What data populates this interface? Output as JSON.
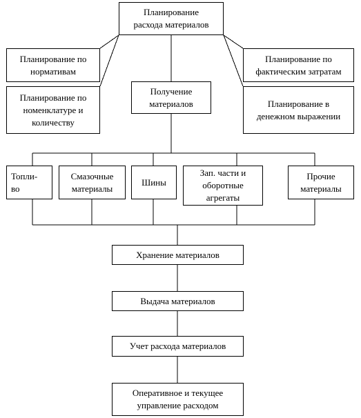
{
  "diagram": {
    "root": "Планирование\nрасхода материалов",
    "planning_norms": "Планирование по\nнормативам",
    "planning_actual": "Планирование по\nфактическим затратам",
    "planning_nomenclature": "Планирование по\nноменклатуре и\nколичеству",
    "receiving": "Получение\nматериалов",
    "planning_money": "Планирование в\nденежном выражении",
    "fuel": "Топли-\nво",
    "lubricants": "Смазочные\nматериалы",
    "tires": "Шины",
    "spare_parts": "Зап. части и\nоборотные агрегаты",
    "other_materials": "Прочие\nматериалы",
    "storage": "Хранение  материалов",
    "issuance": "Выдача материалов",
    "accounting": "Учет расхода материалов",
    "management": "Оперативное и текущее\nуправление расходом"
  }
}
